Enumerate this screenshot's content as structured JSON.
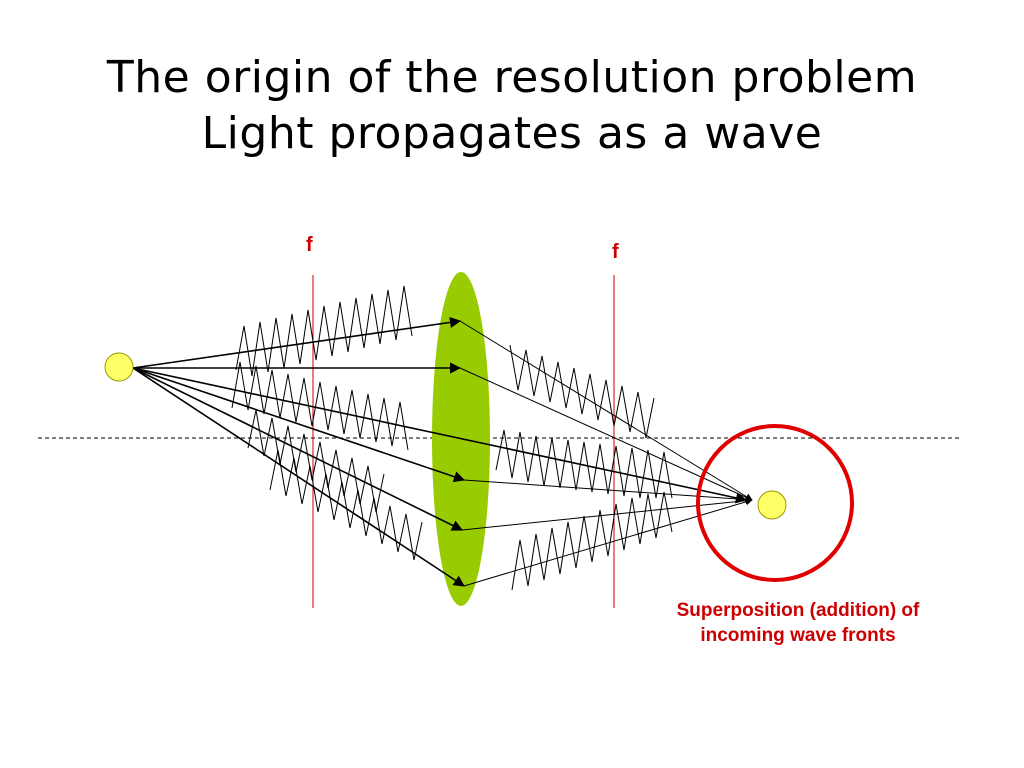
{
  "title": {
    "line1": "The origin of the resolution problem",
    "line2": "Light propagates as a wave"
  },
  "focal_labels": [
    "f",
    "f"
  ],
  "caption": {
    "line1": "Superposition (addition) of",
    "line2": "incoming wave fronts"
  },
  "colors": {
    "lens": "#99cc00",
    "point": "#ffff66",
    "focal_line": "#cc0000",
    "circle": "#e00000",
    "caption": "#cc0000"
  }
}
